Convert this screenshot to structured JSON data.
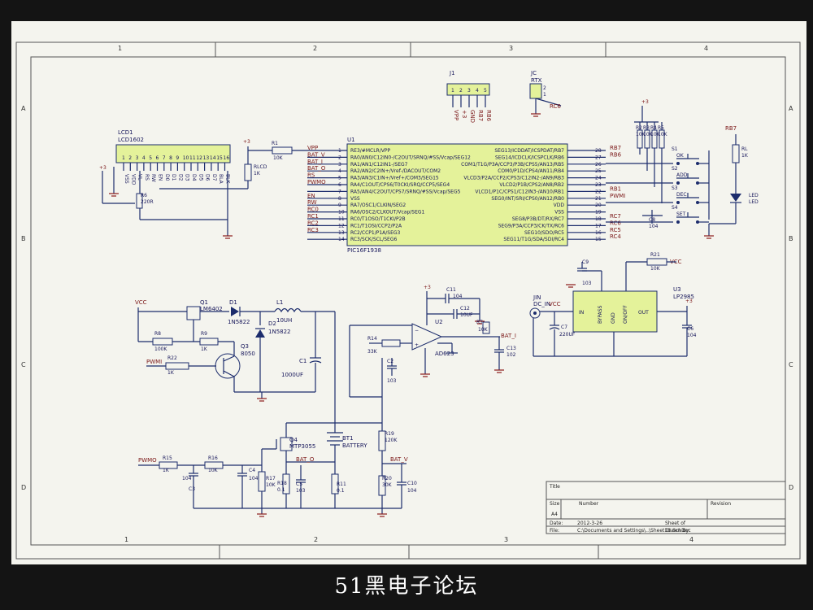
{
  "grid": {
    "cols": [
      "1",
      "2",
      "3",
      "4"
    ],
    "rows": [
      "A",
      "B",
      "C",
      "D"
    ]
  },
  "labels": {
    "lcd_ref": "LCD1",
    "lcd_part": "LCD1602",
    "lcd_pins": [
      "1",
      "2",
      "3",
      "4",
      "5",
      "6",
      "7",
      "8",
      "9",
      "10",
      "11",
      "12",
      "13",
      "14",
      "15",
      "16"
    ],
    "lcd_signals": [
      "VSS",
      "VDD",
      "VL",
      "RS",
      "RW",
      "EN",
      "D0",
      "D1",
      "D2",
      "D3",
      "D4",
      "D5",
      "D6",
      "D7",
      "BLA",
      "BLK"
    ],
    "vcc3": "+3",
    "r1_ref": "R1",
    "r1_val": "10K",
    "rlcd_ref": "RLCD",
    "rlcd_val": "1K",
    "r6_ref": "R6",
    "r6_val": "220R",
    "u1_ref": "U1",
    "u1_part": "PIC16F1938",
    "u1_left_nets": [
      "VPP",
      "BAT_V",
      "BAT_I",
      "BAT_O",
      "RS",
      "PWMO",
      "",
      "EN",
      "RW",
      "RC0",
      "RC1",
      "RC2",
      "RC3"
    ],
    "u1_left_pins": [
      "1",
      "2",
      "3",
      "4",
      "5",
      "6",
      "7",
      "8",
      "9",
      "10",
      "11",
      "12",
      "13",
      "14"
    ],
    "u1_left_names": [
      "RE3/#MCLR/VPP",
      "RA0/AN0/C12IN0-/C2OUT/SRNQ/#SS/Vcap/SEG12",
      "RA1/AN1/C12IN1-/SEG7",
      "RA2/AN2/C2IN+/Vref-/DACOUT/COM2",
      "RA3/AN3/C1IN+/Vref+/COM3/SEG15",
      "RA4/C1OUT/CPS6/T0CKI/SRQ/CCP5/SEG4",
      "RA5/AN4/C2OUT/CPS7/SRNQ/#SS/Vcap/SEG5",
      "VSS",
      "RA7/OSC1/CLKIN/SEG2",
      "RA6/OSC2/CLKOUT/Vcap/SEG1",
      "RC0/T1OSO/T1CKI/P2B",
      "RC1/T1OSI/CCP2/P2A",
      "RC2/CCP1/P1A/SEG3",
      "RC3/SCK/SCL/SEG6"
    ],
    "u1_right_pins": [
      "28",
      "27",
      "26",
      "25",
      "24",
      "23",
      "22",
      "21",
      "20",
      "19",
      "18",
      "17",
      "16",
      "15"
    ],
    "u1_right_names": [
      "SEG13/ICDDAT/ICSPDAT/RB7",
      "SEG14/ICDCLK/ICSPCLK/RB6",
      "COM1/T1G/P3A/CCP3/P3B/CPS5/AN13/RB5",
      "COM0/P1D/CPS4/AN11/RB4",
      "VLCD3/P2A/CCP2/CPS3/C12IN2-/AN9/RB3",
      "VLCD2/P1B/CPS2/AN8/RB2",
      "VLCD1/P1C/CPS1/C12IN3-/AN10/RB1",
      "SEG0/INT/SRI/CPS0/AN12/RB0",
      "VDD",
      "VSS",
      "SEG8/P3B/DT/RX/RC7",
      "SEG9/P3A/CCP3/CK/TX/RC6",
      "SEG10/SDO/RC5",
      "SEG11/T1G/SDA/SDI/RC4"
    ],
    "u1_right_nets": [
      "RB7",
      "RB6",
      "",
      "",
      "",
      "",
      "RB1",
      "PWMI",
      "",
      "",
      "RC7",
      "RC6",
      "RC5",
      "RC4"
    ],
    "j1_ref": "J1",
    "j1_pins": [
      "1",
      "2",
      "3",
      "4",
      "5"
    ],
    "j1_nets": [
      "VPP",
      "+3",
      "GND",
      "RB7",
      "RB6"
    ],
    "jc_ref": "JC",
    "jc_part": "RTX",
    "jc_pins": [
      "1",
      "2"
    ],
    "jc_net": "RC6",
    "rpull": [
      "R2",
      "R3",
      "R4",
      "R5"
    ],
    "rpull_val": "10K",
    "sw_refs": [
      "S1",
      "S2",
      "S3",
      "S4"
    ],
    "sw_names": [
      "OK",
      "ADD",
      "DEC",
      "SET"
    ],
    "c8_ref": "C8",
    "c8_val": "104",
    "rb7": "RB7",
    "rl_ref": "RL",
    "rl_val": "1K",
    "led_ref": "LED",
    "led_part": "LED",
    "q1_ref": "Q1",
    "q1_part": "LM6402",
    "d1_ref": "D1",
    "d1_part": "1N5822",
    "l1_ref": "L1",
    "l1_val": "10UH",
    "d2_ref": "D2",
    "d2_part": "1N5822",
    "r8_ref": "R8",
    "r8_val": "100K",
    "r9_ref": "R9",
    "r9_val": "1K",
    "q3_ref": "Q3",
    "q3_part": "8050",
    "r22_ref": "R22",
    "r22_val": "1K",
    "pwmi": "PWMI",
    "c1_ref": "C1",
    "c1_val": "1000UF",
    "vcc": "VCC",
    "c11_ref": "C11",
    "c11_val": "104",
    "c12_ref": "C12",
    "c12_val": "10UF",
    "r7_ref": "R7",
    "r7_val": "10K",
    "u2_ref": "U2",
    "u2_part": "AD623",
    "r14_ref": "R14",
    "r14_val": "33K",
    "c2_ref": "C2",
    "c2_val": "103",
    "r13_ref": "R13",
    "bat_i": "BAT_I",
    "c13_ref": "C13",
    "c13_val": "102",
    "c9_ref": "C9",
    "c9_val": "103",
    "r21_ref": "R21",
    "r21_val": "10K",
    "u3_ref": "U3",
    "u3_part": "LP2985",
    "u3_pins": [
      "IN",
      "BYPASS",
      "GND",
      "ON/OFF",
      "OUT"
    ],
    "jin_ref": "JIN",
    "jin_part": "DC_IN",
    "c7_ref": "C7",
    "c7_val": "220UF",
    "c6_ref": "C6",
    "c6_val": "104",
    "q4_ref": "Q4",
    "q4_part": "MTP3055",
    "bt1_ref": "BT1",
    "bt1_part": "BATTERY",
    "r19_ref": "R19",
    "r19_val": "120K",
    "pwmo": "PWMO",
    "r15_ref": "R15",
    "r15_val": "1K",
    "c3_ref": "C3",
    "c3_val": "104",
    "r16_ref": "R16",
    "r16_val": "10K",
    "c4_ref": "C4",
    "c4_val": "104",
    "r17_ref": "R17",
    "r17_val": "10K",
    "r18_ref": "R18",
    "r18_val": "0.1",
    "bat_o": "BAT_O",
    "c5_ref": "C5",
    "c5_val": "103",
    "r11_ref": "R11",
    "r11_val": "0.1",
    "bat_v": "BAT_V",
    "r20_ref": "R20",
    "r20_val": "30K",
    "c10_ref": "C10",
    "c10_val": "104"
  },
  "title_block": {
    "title": "Title",
    "size": "Size",
    "size_val": "A4",
    "number": "Number",
    "revision": "Revision",
    "date": "Date:",
    "date_val": "2012-3-26",
    "sheet": "Sheet   of",
    "file": "File:",
    "file_val": "C:\\Documents and Settings\\..\\Sheet1B.SchDoc",
    "drawn": "Drawn By:"
  },
  "watermark": "51黑电子论坛",
  "colors": {
    "paper": "#f4f4ee",
    "wire": "#1c2c6c",
    "chip": "#e4f29a",
    "net": "#8b1a1a",
    "power": "#7a1616",
    "label": "#16165a"
  }
}
